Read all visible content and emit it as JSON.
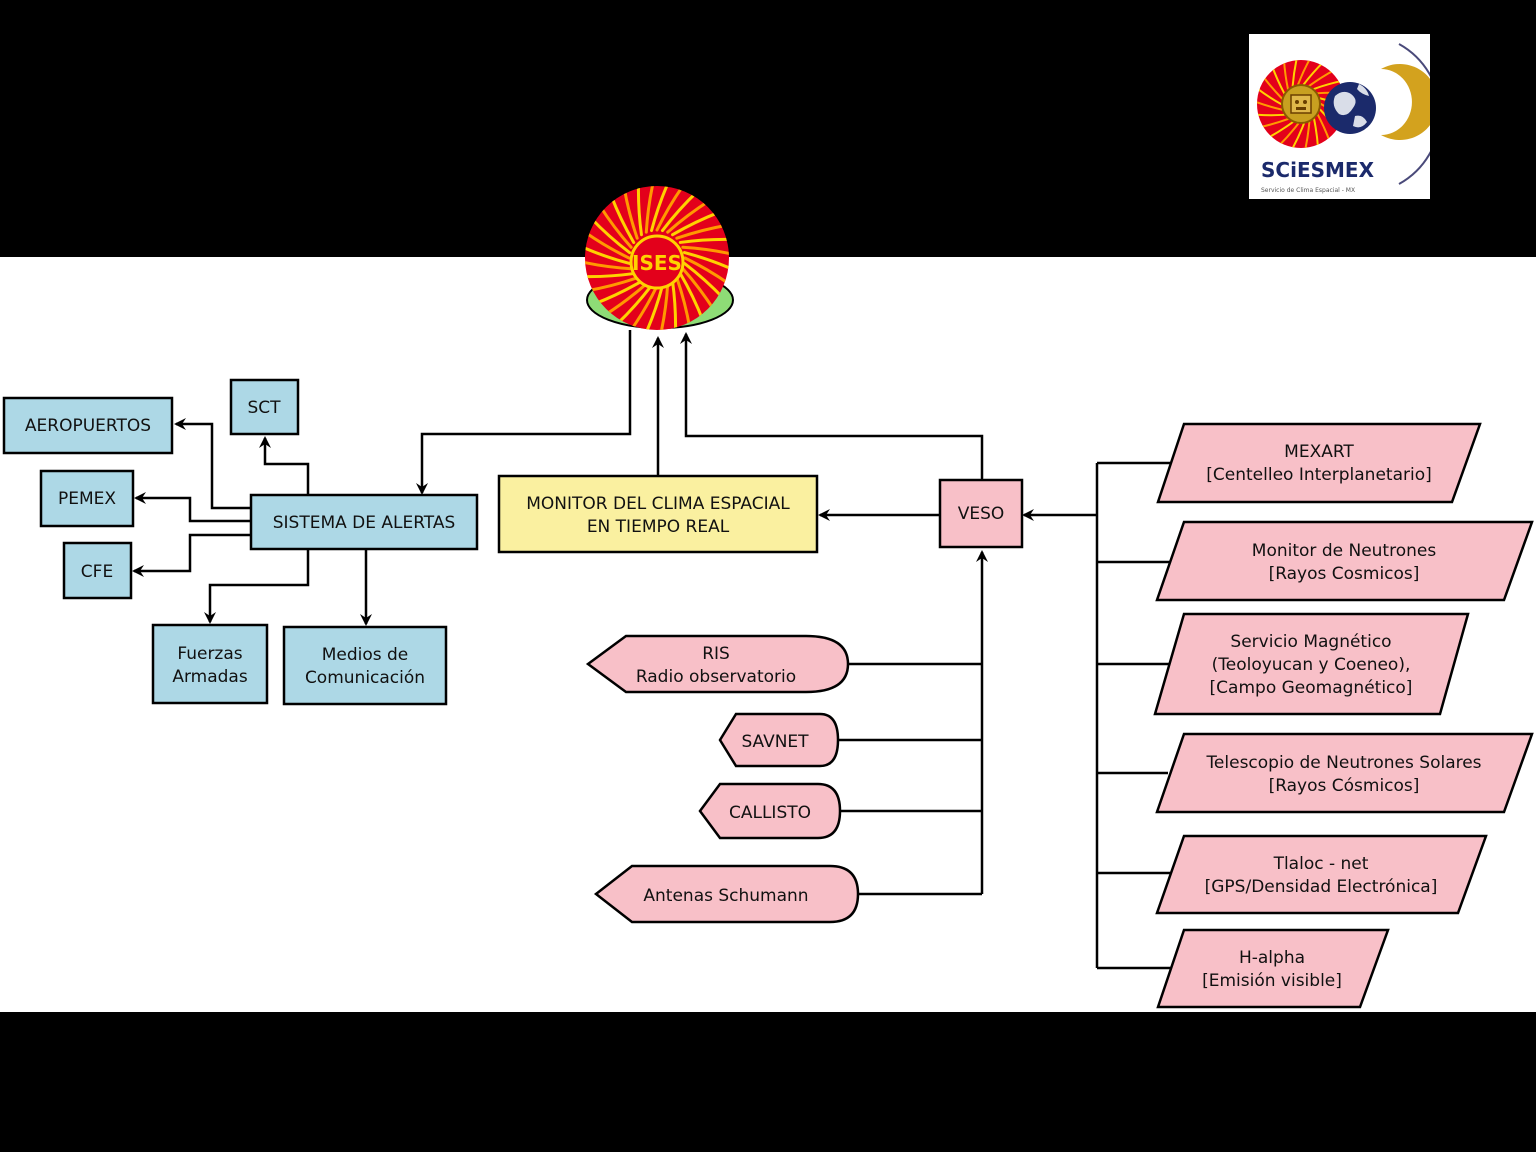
{
  "logo": {
    "name": "SCiESMEX",
    "tagline": "Servicio de Clima Espacial - MX"
  },
  "ises_logo_text": "ISES",
  "nodes": {
    "aeropuertos": "AEROPUERTOS",
    "sct": "SCT",
    "pemex": "PEMEX",
    "cfe": "CFE",
    "sistema_alertas": "SISTEMA DE ALERTAS",
    "fuerzas": [
      "Fuerzas",
      "Armadas"
    ],
    "medios": [
      "Medios de",
      "Comunicación"
    ],
    "monitor": [
      "MONITOR DEL CLIMA ESPACIAL",
      "EN TIEMPO REAL"
    ],
    "veso": "VESO",
    "ris": [
      "RIS",
      "Radio observatorio"
    ],
    "savnet": "SAVNET",
    "callisto": "CALLISTO",
    "schumann": "Antenas Schumann",
    "mexart": [
      "MEXART",
      "[Centelleo Interplanetario]"
    ],
    "neutrones": [
      "Monitor de Neutrones",
      "[Rayos Cosmicos]"
    ],
    "magnetico": [
      "Servicio Magnético",
      "(Teoloyucan y Coeneo),",
      "[Campo Geomagnético]"
    ],
    "telescopio": [
      "Telescopio de Neutrones Solares",
      "[Rayos Cósmicos]"
    ],
    "tlaloc": [
      "Tlaloc - net",
      "[GPS/Densidad Electrónica]"
    ],
    "halpha": [
      "H-alpha",
      "[Emisión visible]"
    ]
  },
  "colors": {
    "blue_box": "#add8e6",
    "yellow_box": "#faf0a0",
    "pink_box": "#f8c0c8",
    "sun_red": "#e3001b",
    "sun_orange": "#ff9900",
    "sun_yellow": "#ffd200",
    "ises_green": "#8edc76"
  }
}
